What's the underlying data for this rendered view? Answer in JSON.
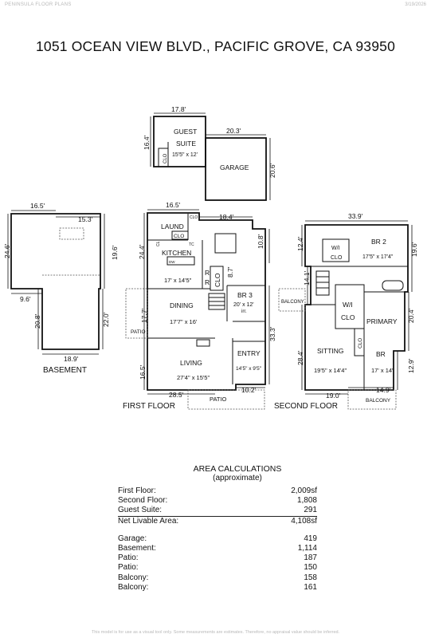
{
  "header": {
    "brand": "PENINSULA FLOOR PLANS",
    "date": "3/19/2026"
  },
  "title": "1051 OCEAN VIEW BLVD., PACIFIC GROVE, CA 93950",
  "basement": {
    "label": "BASEMENT",
    "dims": {
      "top": "16.5'",
      "top_right": "15.3'",
      "left": "24.6'",
      "right_upper": "19.6'",
      "bottom_left_step": "9.6'",
      "left_lower": "20.8'",
      "right_lower": "22.0'",
      "bottom": "18.9'"
    }
  },
  "first_floor": {
    "label": "FIRST FLOOR",
    "rooms": {
      "guest": "GUEST",
      "suite": "SUITE",
      "suite_dims": "15'5\" x 12'",
      "clo_small": "CLO",
      "garage": "GARAGE",
      "laund": "LAUND",
      "clo_laund": "CLO",
      "clo_tiny": "CLO",
      "kitchen": "KITCHEN",
      "kitchen_dims": "17' x 14'5\"",
      "dining": "DINING",
      "dining_dims": "17'7\" x 16'",
      "br3": "BR 3",
      "br3_dims": "20' x 12'",
      "br3_irr": "irr.",
      "clo_v": "CLO",
      "r1": "R",
      "r2": "R",
      "tc": "TC",
      "cl": "CL",
      "dw": "DW",
      "patio_side": "PATIO",
      "living": "LIVING",
      "living_dims": "27'4\" x 15'5\"",
      "entry": "ENTRY",
      "entry_dims": "14'5\" x 9'5\"",
      "patio_bottom": "PATIO"
    },
    "dims": {
      "guest_top": "17.8'",
      "guest_left": "16.4'",
      "garage_top": "20.3'",
      "garage_right": "20.6'",
      "main_top": "16.5'",
      "mid_top": "18.4'",
      "right_step": "10.8'",
      "left_upper": "24.4'",
      "br3_left": "8.7'",
      "left_mid": "17.7'",
      "right_mid": "33.3'",
      "left_lower": "16.5'",
      "bottom": "28.5'",
      "bottom_right": "10.2'"
    }
  },
  "second_floor": {
    "label": "SECOND FLOOR",
    "rooms": {
      "br2": "BR 2",
      "br2_dims": "17'5\" x 17'4\"",
      "wi_a": "W/I",
      "clo_a": "CLO",
      "balcony_left": "BALCONY",
      "wi_b": "W/I",
      "clo_b": "CLO",
      "clo_c": "CLO",
      "sitting": "SITTING",
      "sitting_dims": "19'5\" x 14'4\"",
      "primary": "PRIMARY",
      "br": "BR",
      "primary_dims": "17' x 14'",
      "balcony_bottom": "BALCONY"
    },
    "dims": {
      "top": "33.9'",
      "left_upper": "12.4'",
      "right_upper": "19.6'",
      "left_mid": "14.1'",
      "right_mid": "20.4'",
      "left_lower": "28.4'",
      "right_lower": "12.9'",
      "bottom": "19.0'",
      "bottom_right": "14.9'"
    }
  },
  "area_calculations": {
    "title": "AREA CALCULATIONS",
    "subtitle": "(approximate)",
    "livable": [
      {
        "label": "First Floor:",
        "value": "2,009sf"
      },
      {
        "label": "Second Floor:",
        "value": "1,808"
      },
      {
        "label": "Guest Suite:",
        "value": "291"
      }
    ],
    "net": {
      "label": "Net Livable Area:",
      "value": "4,108sf"
    },
    "other": [
      {
        "label": "Garage:",
        "value": "419"
      },
      {
        "label": "Basement:",
        "value": "1,114"
      },
      {
        "label": "Patio:",
        "value": "187"
      },
      {
        "label": "Patio:",
        "value": "150"
      },
      {
        "label": "Balcony:",
        "value": "158"
      },
      {
        "label": "Balcony:",
        "value": "161"
      }
    ]
  },
  "footer": "This model is for use as a visual tool only. Some measurements are estimates. Therefore, no appraisal value should be inferred."
}
